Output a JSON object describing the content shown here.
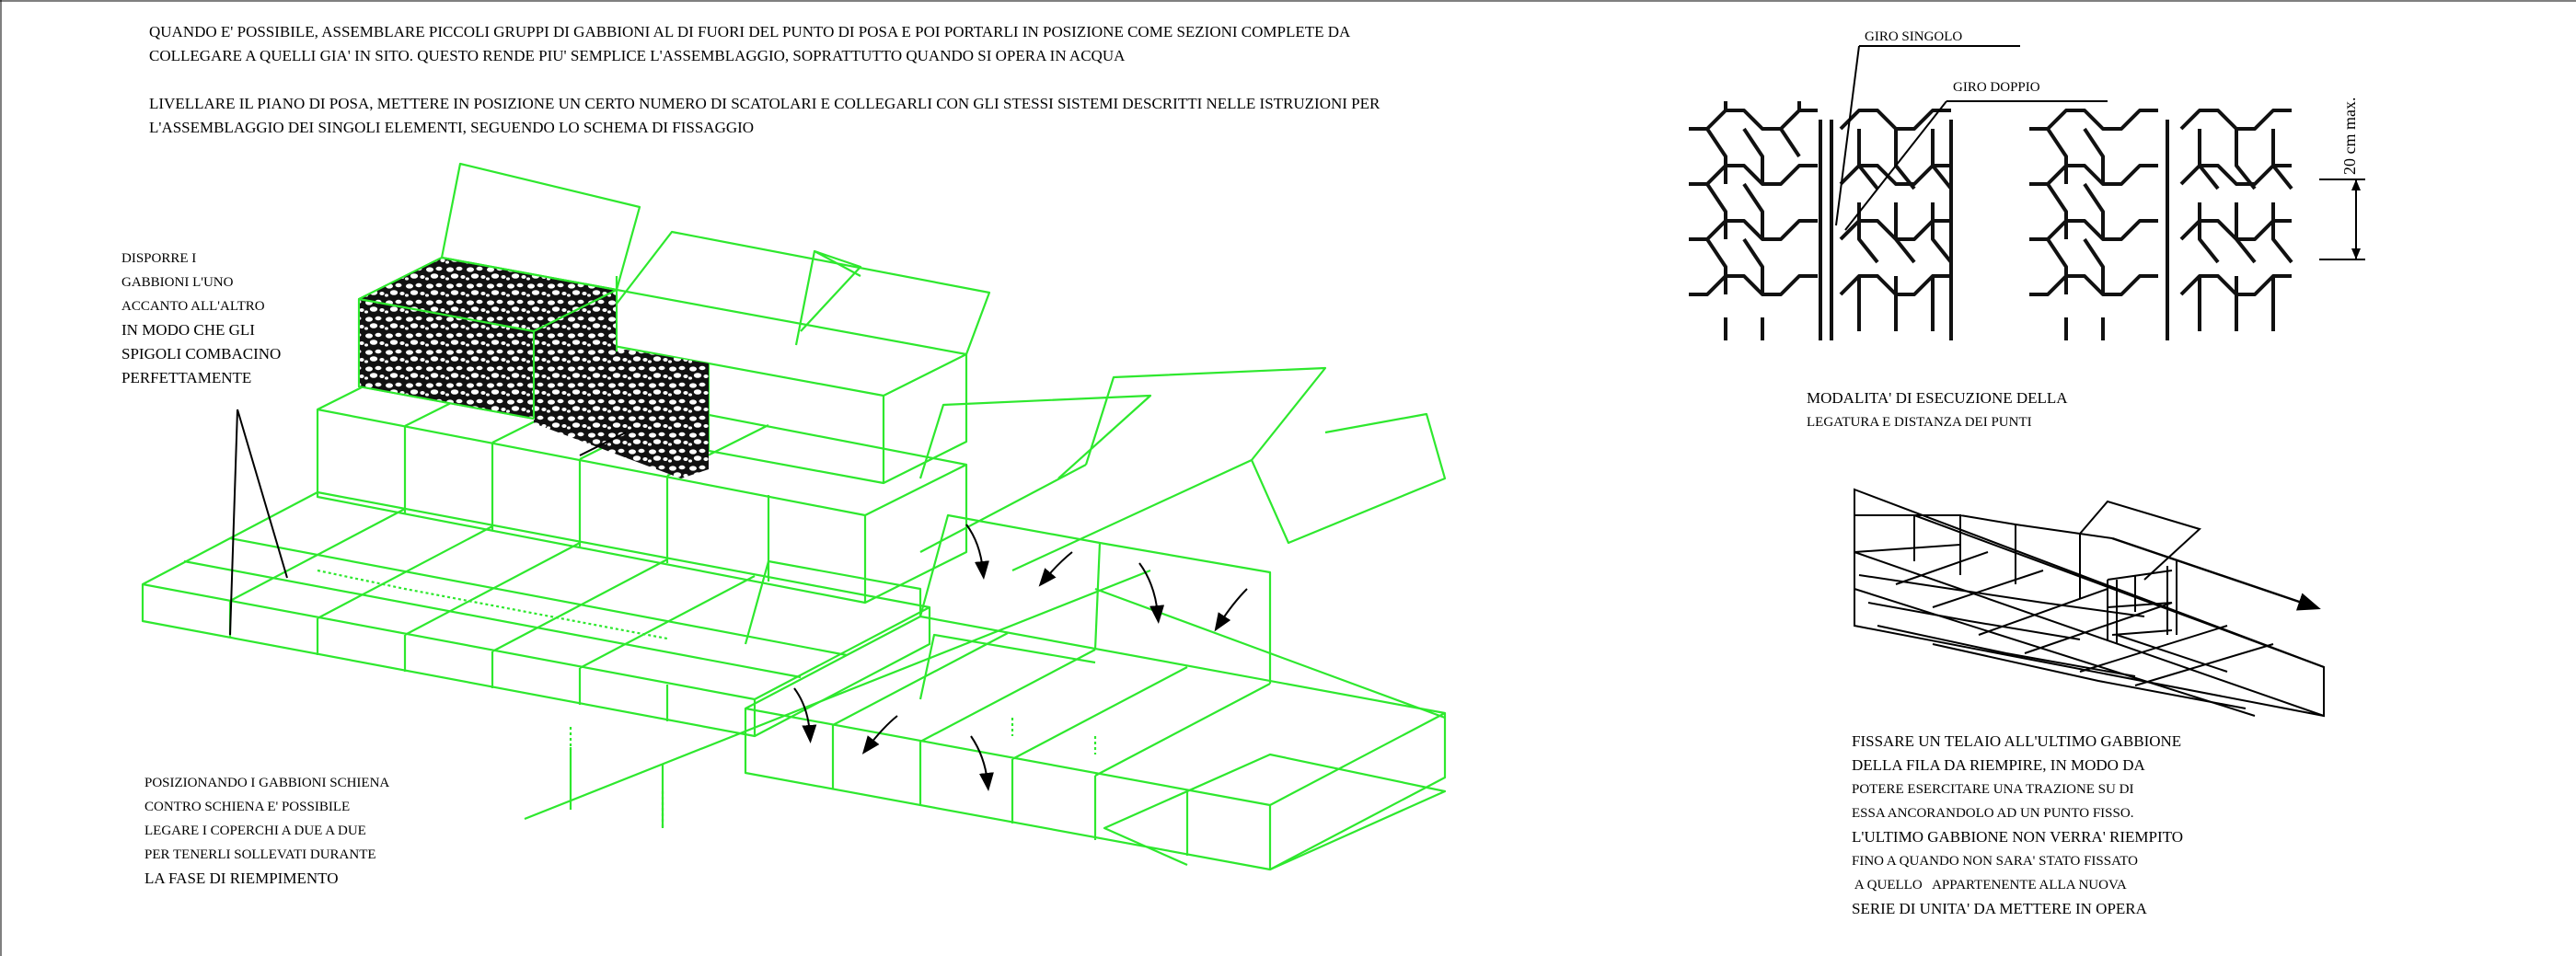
{
  "intro": {
    "line1": "QUANDO E' POSSIBILE, ASSEMBLARE PICCOLI GRUPPI DI GABBIONI AL DI FUORI DEL PUNTO DI POSA E POI PORTARLI IN POSIZIONE COME SEZIONI COMPLETE DA",
    "line2": "COLLEGARE A QUELLI GIA' IN SITO. QUESTO RENDE PIU' SEMPLICE L'ASSEMBLAGGIO, SOPRATTUTTO QUANDO SI OPERA IN ACQUA",
    "line3": "LIVELLARE IL PIANO DI POSA, METTERE IN POSIZIONE UN CERTO NUMERO DI SCATOLARI E COLLEGARLI CON GLI STESSI SISTEMI DESCRITTI NELLE ISTRUZIONI PER",
    "line4": "L'ASSEMBLAGGIO DEI SINGOLI ELEMENTI, SEGUENDO LO SCHEMA DI FISSAGGIO"
  },
  "note_place": [
    "DISPORRE I",
    "GABBIONI L'UNO",
    "ACCANTO ALL'ALTRO",
    "IN MODO CHE GLI",
    "SPIGOLI COMBACINO",
    "PERFETTAMENTE"
  ],
  "note_back": [
    "POSIZIONANDO I GABBIONI SCHIENA",
    "CONTRO SCHIENA E' POSSIBILE",
    "LEGARE I COPERCHI A DUE A DUE",
    "PER TENERLI SOLLEVATI DURANTE",
    "LA FASE DI RIEMPIMENTO"
  ],
  "lacing": {
    "single": "GIRO SINGOLO",
    "double": "GIRO DOPPIO",
    "dim": "20 cm max.",
    "caption1": "MODALITA' DI ESECUZIONE DELLA",
    "caption2": "LEGATURA E DISTANZA DEI PUNTI"
  },
  "frame_note": [
    "FISSARE UN TELAIO ALL'ULTIMO GABBIONE",
    "DELLA FILA DA RIEMPIRE, IN MODO DA",
    "POTERE ESERCITARE UNA TRAZIONE SU DI",
    "ESSA ANCORANDOLO AD UN PUNTO FISSO.",
    "L'ULTIMO GABBIONE NON VERRA' RIEMPITO",
    "FINO A QUANDO NON SARA' STATO FISSATO",
    " A QUELLO   APPARTENENTE ALLA NUOVA",
    "SERIE DI UNITA' DA METTERE IN OPERA"
  ],
  "colors": {
    "gabion_lines": "#2ee82e",
    "ink": "#000000"
  }
}
